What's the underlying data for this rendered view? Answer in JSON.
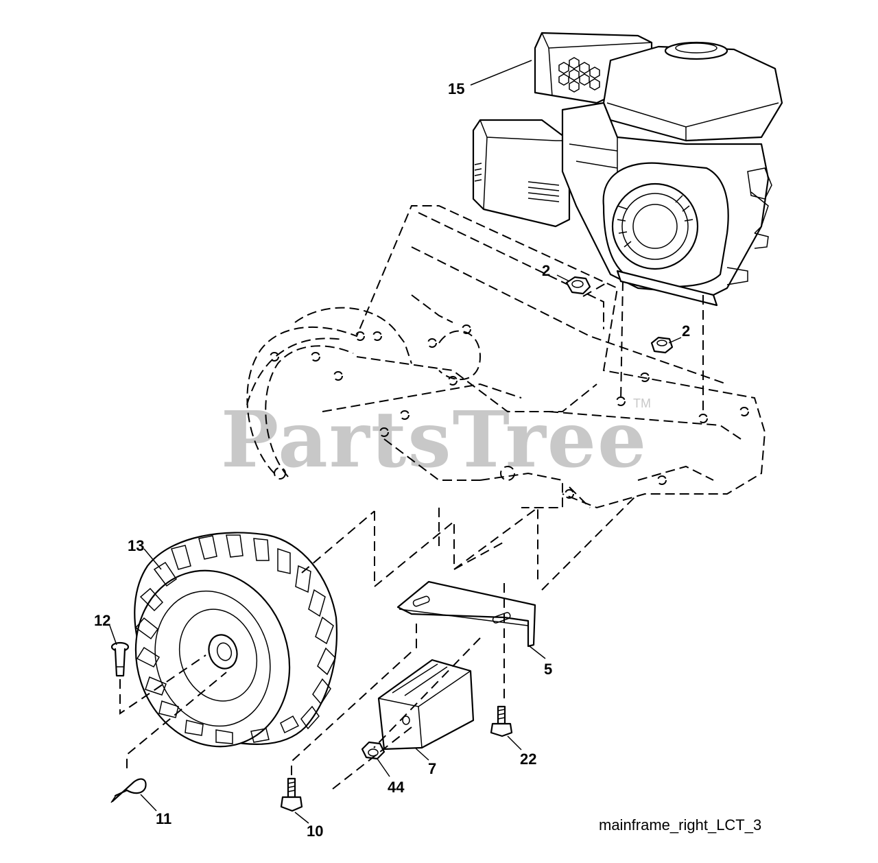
{
  "watermark": {
    "text": "PartsTree",
    "trademark": "TM"
  },
  "caption": "mainframe_right_LCT_3",
  "labels": {
    "engine": "15",
    "nut_left": "2",
    "nut_right": "2",
    "wheel": "13",
    "clevis_pin": "12",
    "hairpin_clip": "11",
    "hub_bolt": "10",
    "weight_nut": "44",
    "wheel_weight": "7",
    "bracket_bolt": "22",
    "bracket": "5"
  }
}
